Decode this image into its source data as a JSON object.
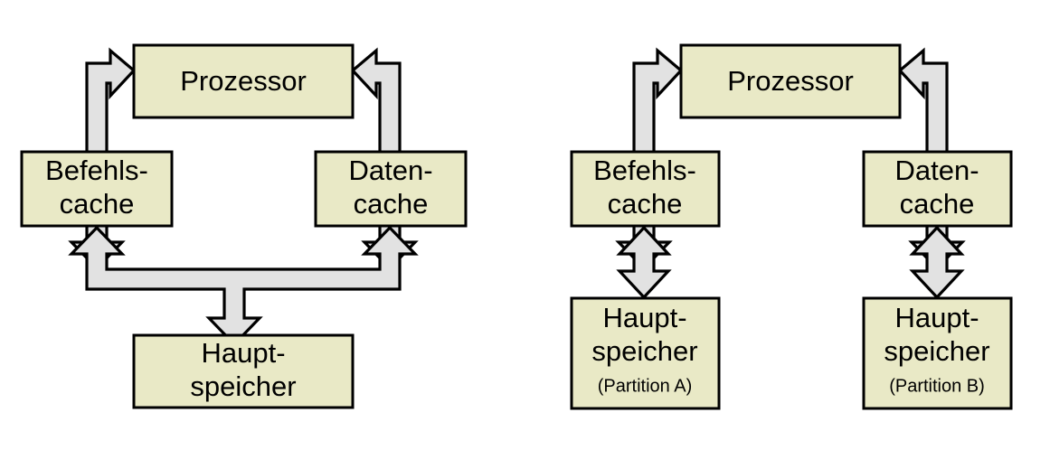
{
  "figure": {
    "type": "architecture-diagram",
    "background_color": "#ffffff",
    "box_fill_color": "#e9e9c6",
    "box_stroke_color": "#000000",
    "arrow_fill_color": "#e2e2e2",
    "arrow_stroke_color": "#000000"
  },
  "diagrams": [
    {
      "id": "harvard-shared-memory",
      "nodes": {
        "processor": {
          "label": "Prozessor"
        },
        "instruction_cache": {
          "line1": "Befehls-",
          "line2": "cache"
        },
        "data_cache": {
          "line1": "Daten-",
          "line2": "cache"
        },
        "main_memory": {
          "line1": "Haupt-",
          "line2": "speicher"
        }
      },
      "connections": [
        {
          "from": "instruction-cache",
          "to": "processor",
          "style": "elbow-double-head"
        },
        {
          "from": "data-cache",
          "to": "processor",
          "style": "elbow-double-head"
        },
        {
          "from": "main-memory",
          "to": "both-caches",
          "style": "tee-triple-head"
        }
      ]
    },
    {
      "id": "harvard-partitioned-memory",
      "nodes": {
        "processor": {
          "label": "Prozessor"
        },
        "instruction_cache": {
          "line1": "Befehls-",
          "line2": "cache"
        },
        "data_cache": {
          "line1": "Daten-",
          "line2": "cache"
        },
        "main_memory_a": {
          "line1": "Haupt-",
          "line2": "speicher",
          "line3": "(Partition A)"
        },
        "main_memory_b": {
          "line1": "Haupt-",
          "line2": "speicher",
          "line3": "(Partition B)"
        }
      },
      "connections": [
        {
          "from": "instruction-cache",
          "to": "processor",
          "style": "elbow-double-head"
        },
        {
          "from": "data-cache",
          "to": "processor",
          "style": "elbow-double-head"
        },
        {
          "from": "main-memory-a",
          "to": "instruction-cache",
          "style": "vertical-double-head"
        },
        {
          "from": "main-memory-b",
          "to": "data-cache",
          "style": "vertical-double-head"
        }
      ]
    }
  ]
}
